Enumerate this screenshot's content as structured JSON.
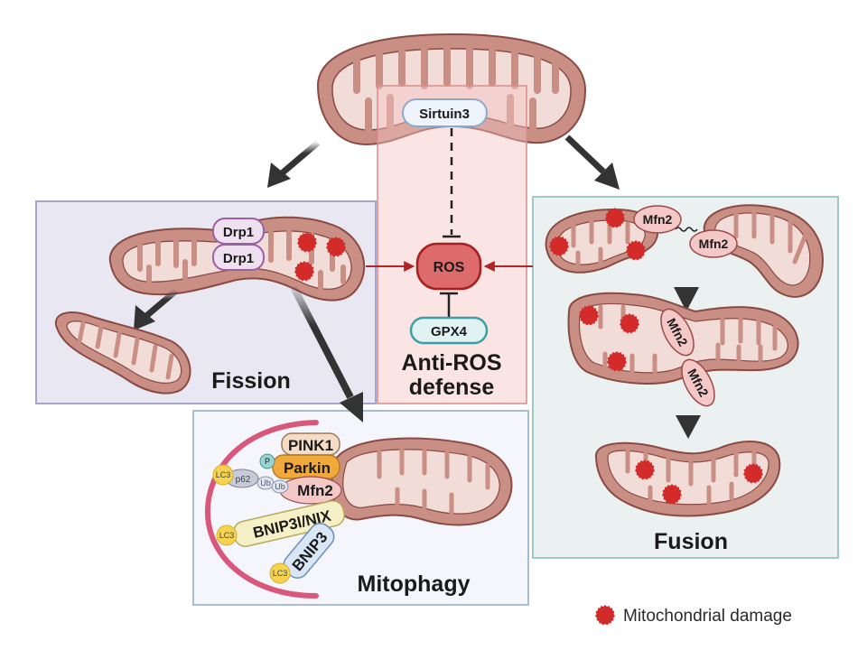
{
  "colors": {
    "mito_outer": "#c98f85",
    "mito_inner": "#f1dcd7",
    "mito_stroke": "#8a4a44",
    "damage": "#d32a2a",
    "fission_bg": "#e8e7f2",
    "fission_border": "#a7a4cc",
    "ros_bg": "#f7dede",
    "ros_border": "#d98c8c",
    "fusion_bg": "#eaf1f0",
    "fusion_border": "#9fc8c9",
    "mitophagy_bg": "#f4f6fb",
    "mitophagy_border": "#a9bcd6",
    "arrow": "#333333",
    "red_arrow": "#b02525"
  },
  "top": {
    "sirtuin_label": "Sirtuin3"
  },
  "anti_ros": {
    "ros_label": "ROS",
    "gpx4_label": "GPX4",
    "title_line1": "Anti-ROS",
    "title_line2": "defense"
  },
  "fission": {
    "title": "Fission",
    "drp1_top": "Drp1",
    "drp1_bottom": "Drp1"
  },
  "fusion": {
    "title": "Fusion",
    "mfn2_labels": [
      "Mfn2",
      "Mfn2",
      "Mfn2",
      "Mfn2"
    ]
  },
  "mitophagy": {
    "title": "Mitophagy",
    "pink1": "PINK1",
    "parkin": "Parkin",
    "mfn2": "Mfn2",
    "p": "P",
    "p62": "p62",
    "ub1": "Ub",
    "ub2": "Ub",
    "bnip3l": "BNIP3l/NIX",
    "bnip3": "BNIP3",
    "lc3_labels": [
      "LC3",
      "LC3",
      "LC3"
    ]
  },
  "legend": {
    "label": "Mitochondrial damage",
    "icon": "damage-dot-icon"
  }
}
